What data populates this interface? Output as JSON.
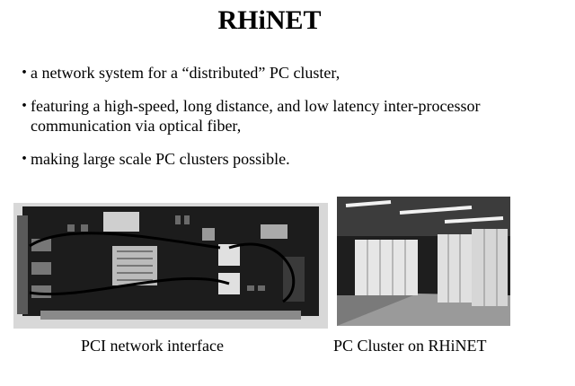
{
  "slide": {
    "title": "RHiNET",
    "bullet_marker": "・",
    "bullets": [
      {
        "text": "a network system for a “distributed” PC cluster,"
      },
      {
        "text": "featuring a high-speed, long distance, and low latency  inter-processor communication via optical fiber,"
      },
      {
        "text": "making  large scale PC clusters possible."
      }
    ],
    "figures": [
      {
        "caption": "PCI network interface"
      },
      {
        "caption": "PC Cluster on RHiNET"
      }
    ]
  }
}
